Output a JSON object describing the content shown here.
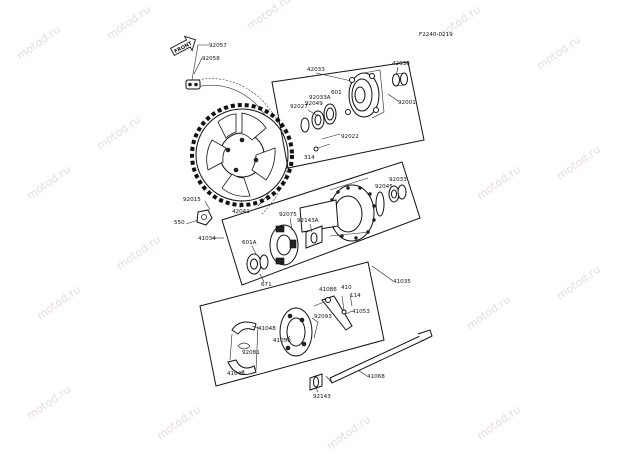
{
  "figure_code": "F2240-0219",
  "watermark_text": "motod.ru",
  "front_arrow_text": "FRONT",
  "labels": {
    "l92057": "92057",
    "l92058": "92058",
    "l42033": "42033",
    "l42036": "42036",
    "l601a": "601",
    "l92033a": "92033A",
    "l92049": "92049",
    "l92027": "92027",
    "l92001": "92001",
    "l92022": "92022",
    "l314": "314",
    "l92015": "92015",
    "l550": "550",
    "l42041": "42041",
    "l92033b": "92033",
    "l92045": "92045",
    "l92075": "92075",
    "l92143a": "92143A",
    "l601b": "601A",
    "l41034": "41034",
    "l671": "671",
    "l41035": "41035",
    "l41086": "41086",
    "l410": "410",
    "l114": "114",
    "l41053": "41053",
    "l92093": "92093",
    "l41048a": "41048",
    "l41050": "41050",
    "l92081": "92081",
    "l41048b": "41048",
    "l41068": "41068",
    "l92143b": "92143"
  }
}
